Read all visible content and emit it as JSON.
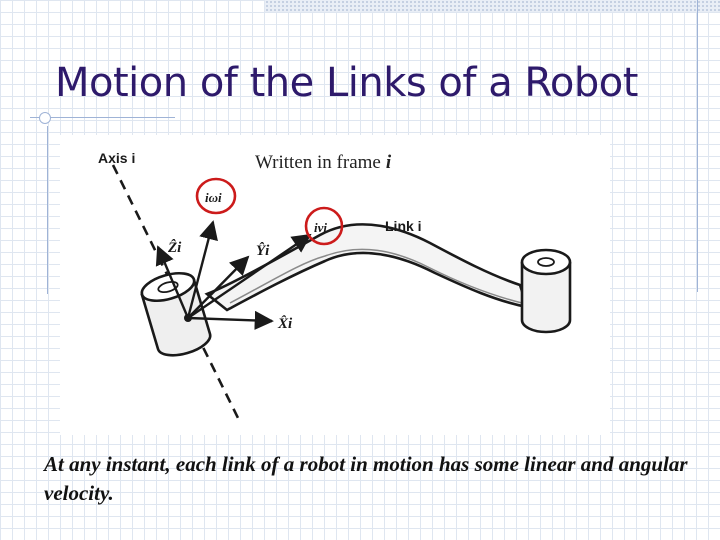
{
  "slide": {
    "title": "Motion of the Links of a Robot",
    "caption": "At any instant, each link of a robot in motion has some linear and angular velocity.",
    "frame_note": {
      "text": "Written in frame",
      "symbol": "i"
    }
  },
  "figure": {
    "labels": {
      "axis": "Axis i",
      "link": "Link i",
      "z_hat": "Ẑi",
      "y_hat": "Ŷi",
      "x_hat": "X̂i",
      "omega": "iωi",
      "v": "iνi"
    },
    "colors": {
      "highlight_circle": "#cc1b1b",
      "line": "#1a1a1a"
    }
  }
}
